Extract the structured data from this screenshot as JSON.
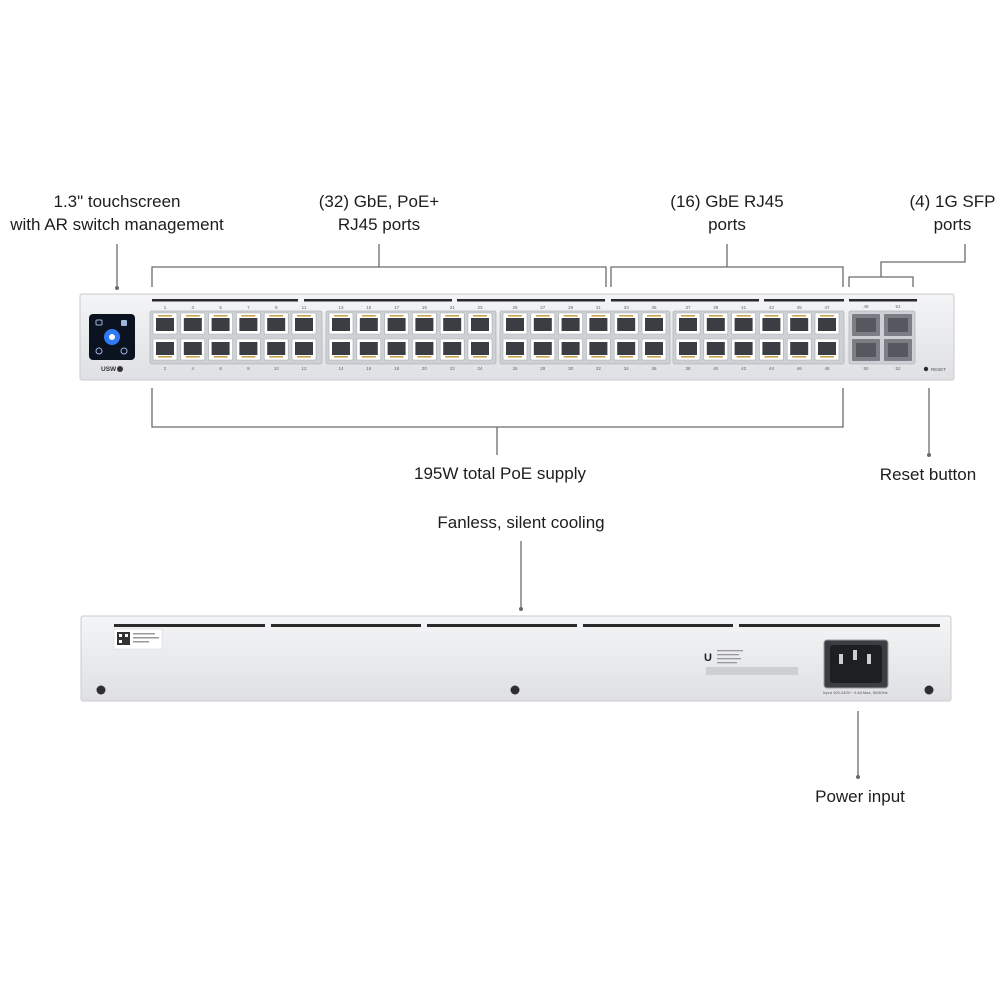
{
  "callouts": {
    "touchscreen": [
      "1.3\" touchscreen",
      "with AR switch management"
    ],
    "poe_ports": [
      "(32) GbE, PoE+",
      "RJ45 ports"
    ],
    "rj45_ports": [
      "(16) GbE RJ45",
      "ports"
    ],
    "sfp_ports": [
      "(4) 1G SFP",
      "ports"
    ],
    "poe_supply": "195W total PoE supply",
    "reset": "Reset button",
    "cooling": "Fanless, silent cooling",
    "power": "Power input"
  },
  "front_panel": {
    "brand": "USW",
    "reset_text": "RESET",
    "rj45_port_count": 48,
    "poe_port_count": 32,
    "sfp_port_count": 4,
    "top_port_numbers": [
      "1",
      "3",
      "5",
      "7",
      "9",
      "11",
      "13",
      "15",
      "17",
      "19",
      "21",
      "23",
      "25",
      "27",
      "29",
      "31",
      "33",
      "35",
      "37",
      "39",
      "41",
      "43",
      "45",
      "47"
    ],
    "bottom_port_numbers": [
      "2",
      "4",
      "6",
      "8",
      "10",
      "12",
      "14",
      "16",
      "18",
      "20",
      "22",
      "24",
      "26",
      "28",
      "30",
      "32",
      "34",
      "36",
      "38",
      "40",
      "42",
      "44",
      "46",
      "48"
    ],
    "sfp_top_numbers": [
      "49",
      "51"
    ],
    "sfp_bottom_numbers": [
      "50",
      "52"
    ]
  },
  "rear_panel": {
    "power_rating_text": "Input 100-240V~ 4.4A Max, 50/60Hz"
  },
  "colors": {
    "chassis": "#e9eaec",
    "chassis_edge": "#c9cbce",
    "port_hole": "#3a3d42",
    "screen": "#0b1220",
    "screen_accent": "#2f7bf6",
    "leader_line": "#6b6b6b"
  }
}
